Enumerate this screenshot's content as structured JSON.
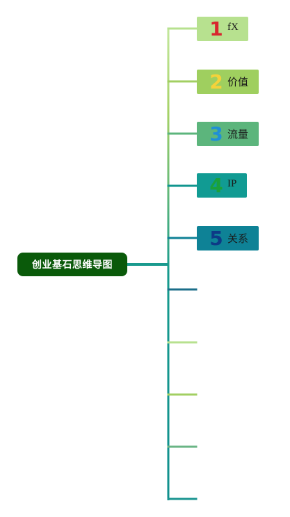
{
  "root": {
    "label": "创业基石思维导图"
  },
  "nodes": [
    {
      "num": "1",
      "label": "fX",
      "bg": "#b7e18f",
      "num_color": "#d8262e"
    },
    {
      "num": "2",
      "label": "价值",
      "bg": "#9fcf5f",
      "num_color": "#f4d23a"
    },
    {
      "num": "3",
      "label": "流量",
      "bg": "#5cb57c",
      "num_color": "#1f8fd6"
    },
    {
      "num": "4",
      "label": "IP",
      "bg": "#119b93",
      "num_color": "#1aa13b"
    },
    {
      "num": "5",
      "label": "关系",
      "bg": "#0e8296",
      "num_color": "#0d3a86"
    }
  ],
  "branch_colors": [
    "#b7e18f",
    "#a2cf62",
    "#5cb57c",
    "#11968f",
    "#0e8096",
    "#1b6e8a",
    "#b7e18f",
    "#a2cf62",
    "#6ab585",
    "#1a9490"
  ]
}
